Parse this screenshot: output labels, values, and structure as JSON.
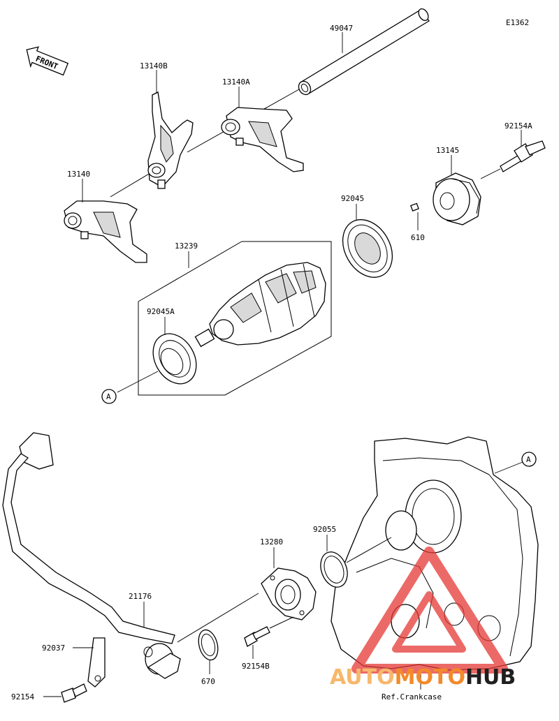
{
  "diagram_id": "E1362",
  "front_label": "FRONT",
  "parts": {
    "p49047": "49047",
    "p13140B": "13140B",
    "p13140A": "13140A",
    "p13140": "13140",
    "p92154A": "92154A",
    "p13145": "13145",
    "p92045": "92045",
    "p610": "610",
    "p13239": "13239",
    "p92045A": "92045A",
    "p13280": "13280",
    "p92055": "92055",
    "p21176": "21176",
    "p92037": "92037",
    "p92154": "92154",
    "p670": "670",
    "p92154B": "92154B"
  },
  "callout_a": "A",
  "ref_crankcase": "Ref.Crankcase",
  "watermark": {
    "part1": "AUTO",
    "part2": "MOTO",
    "part3": "HUB",
    "color_light": "#f7b86b",
    "color_mid": "#f28a2a",
    "color_dark": "#1f1f1f",
    "triangle_color": "#e53935"
  }
}
